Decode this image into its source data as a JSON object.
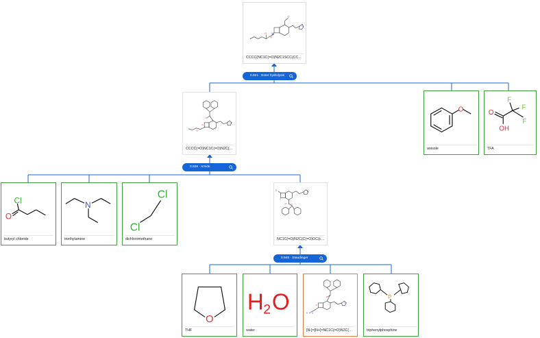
{
  "colors": {
    "edge": "#1565d8",
    "pill": "#1565d8",
    "reactant_border": "#3ca23c",
    "highlight_border": "#e07a45"
  },
  "target": {
    "label": "CCCC(NC1C(=O)N2C1SCC(CC..."
  },
  "steps": [
    {
      "id": "s1",
      "label": "0.921 · Ester hydrolysis",
      "icon": "search-icon"
    },
    {
      "id": "s2",
      "label": "0.936 · Amide",
      "icon": "search-icon"
    },
    {
      "id": "s3",
      "label": "0.945 · Staudinger",
      "icon": "search-icon"
    }
  ],
  "intermediates": [
    {
      "id": "i1",
      "label": "CCCC(=O)NC1C(=O)N2C(C(=O..."
    },
    {
      "id": "i2",
      "label": "NC1C(=O)N2C(C(=O)OC(c3ccc..."
    }
  ],
  "reactants": [
    {
      "id": "anisole",
      "label": "anisole"
    },
    {
      "id": "tfa",
      "label": "TFA"
    },
    {
      "id": "butyryl_chloride",
      "label": "butyryl chloride"
    },
    {
      "id": "triethylamine",
      "label": "triethylamine"
    },
    {
      "id": "dichloromethane",
      "label": "dichloromethane"
    },
    {
      "id": "thf",
      "label": "THF"
    },
    {
      "id": "water",
      "label": "water"
    },
    {
      "id": "azide",
      "label": "[N-]=[N+]=NC1C(=O)N2C(C(=O..."
    },
    {
      "id": "pph3",
      "label": "triphenylphosphine"
    }
  ],
  "atom_labels": {
    "cl": "Cl",
    "o": "O",
    "oh": "OH",
    "n": "N",
    "f": "F",
    "p": "P",
    "h": "H",
    "sub2": "2"
  }
}
